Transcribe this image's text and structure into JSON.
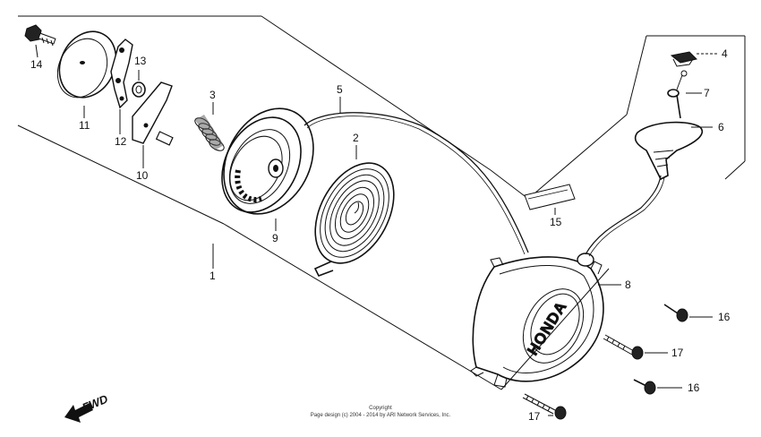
{
  "callouts": {
    "c1": "1",
    "c2": "2",
    "c3": "3",
    "c4": "4",
    "c5": "5",
    "c6": "6",
    "c7": "7",
    "c8": "8",
    "c9": "9",
    "c10": "10",
    "c11": "11",
    "c12": "12",
    "c13": "13",
    "c14": "14",
    "c15": "15",
    "c16a": "16",
    "c16b": "16",
    "c17a": "17",
    "c17b": "17"
  },
  "brand_text": "HONDA",
  "fwd_label": "FWD",
  "copyright": {
    "line1": "Copyright",
    "line2": "Page design (c) 2004 - 2014 by ARI Network Services, Inc."
  },
  "icons": {
    "fwd_arrow": "fwd-arrow-icon"
  }
}
